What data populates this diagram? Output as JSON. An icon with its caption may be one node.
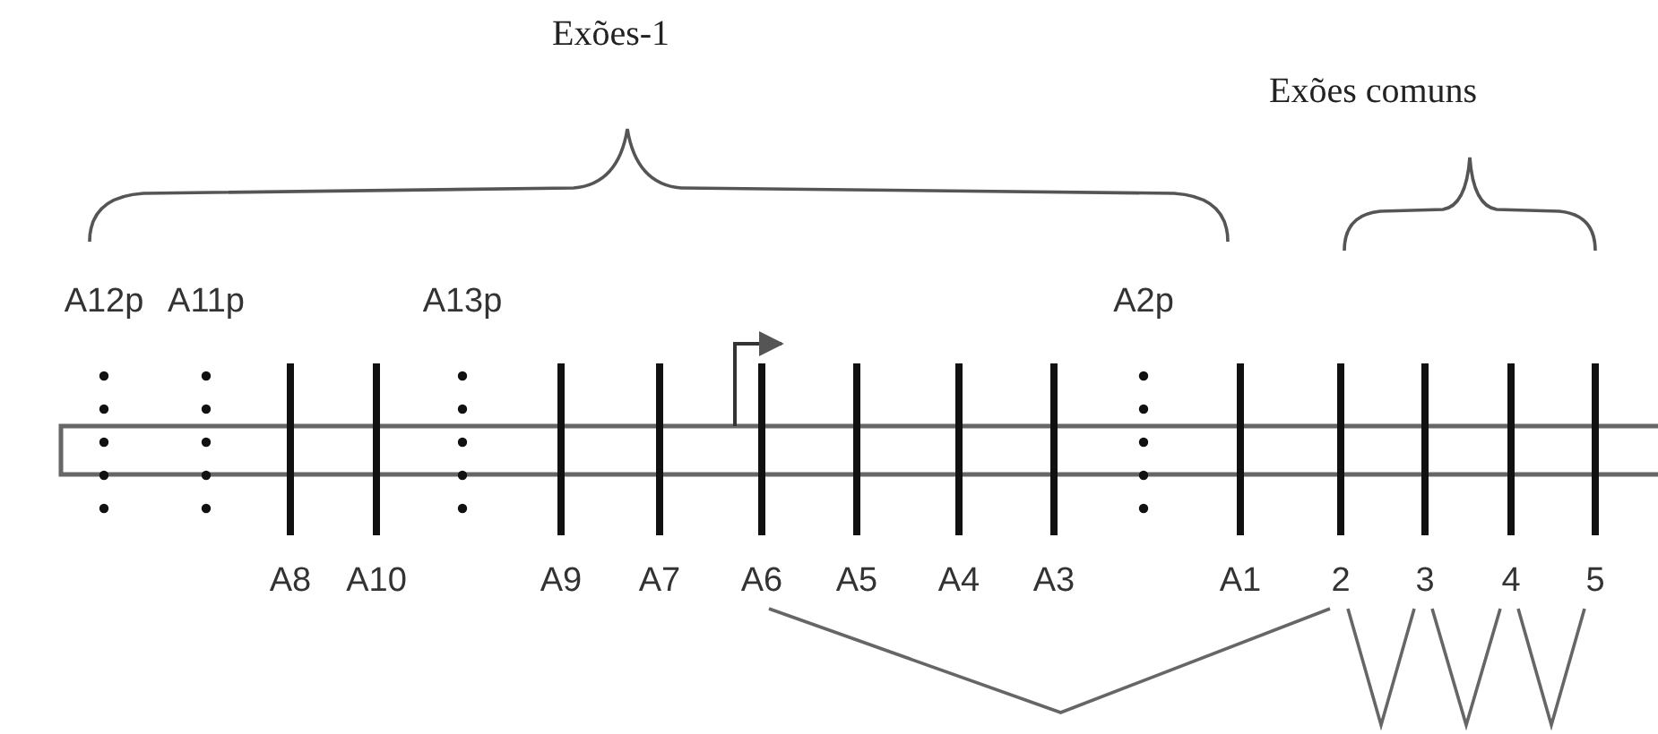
{
  "diagram": {
    "nodes": [
      {
        "text": [
          "A12p"
        ]
      },
      {
        "text": [
          "A11p"
        ]
      },
      {
        "text": [
          "A8"
        ]
      },
      {
        "text": [
          "A10"
        ]
      },
      {
        "text": [
          "A13p"
        ]
      },
      {
        "text": [
          "A9"
        ]
      },
      {
        "text": [
          "A7"
        ]
      },
      {
        "text": [
          "A6"
        ]
      },
      {
        "text": [
          "A5"
        ]
      },
      {
        "text": [
          "A4"
        ]
      },
      {
        "text": [
          "A3"
        ]
      },
      {
        "text": [
          "A2p"
        ]
      },
      {
        "text": [
          "A1"
        ]
      },
      {
        "text": [
          "2"
        ]
      },
      {
        "text": [
          "3"
        ]
      },
      {
        "text": [
          "4"
        ]
      },
      {
        "text": [
          "5"
        ]
      }
    ],
    "edges": [
      {
        "from": 7,
        "to": 13,
        "arrow": "none"
      },
      {
        "from": 13,
        "to": 14,
        "arrow": "none"
      },
      {
        "from": 14,
        "to": 15,
        "arrow": "none"
      },
      {
        "from": 15,
        "to": 16,
        "arrow": "none"
      }
    ],
    "labels": [
      "Exões-1",
      "Exões comuns"
    ]
  }
}
